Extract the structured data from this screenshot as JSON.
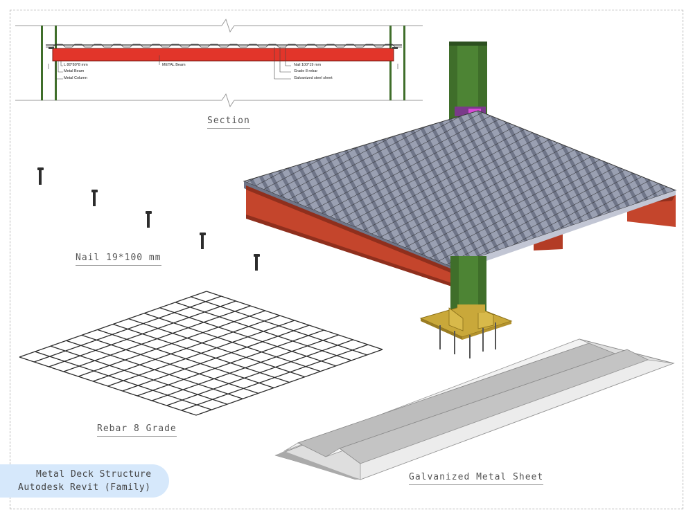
{
  "section": {
    "title": "Section",
    "callouts": {
      "angle": "L 80*80*8 mm",
      "beam": "Metal Beam",
      "column": "Metal Column",
      "metal_beam": "METAL Beam",
      "nail": "Nail 100*19 mm",
      "rebar": "Grade 8 rebar",
      "sheet": "Galvanized steel sheet"
    }
  },
  "labels": {
    "nail": "Nail 19*100 mm",
    "rebar": "Rebar 8 Grade",
    "sheet": "Galvanized Metal Sheet"
  },
  "badge": {
    "line1": "Metal Deck Structure",
    "line2": "Autodesk Revit (Family)"
  },
  "colors": {
    "beam": "#c4452c",
    "column": "#3f6e2a",
    "deck": "#8d93a6",
    "base_plate": "#c9a83a",
    "sheet": "#e2e2e2",
    "badge": "#d6e8fb"
  }
}
